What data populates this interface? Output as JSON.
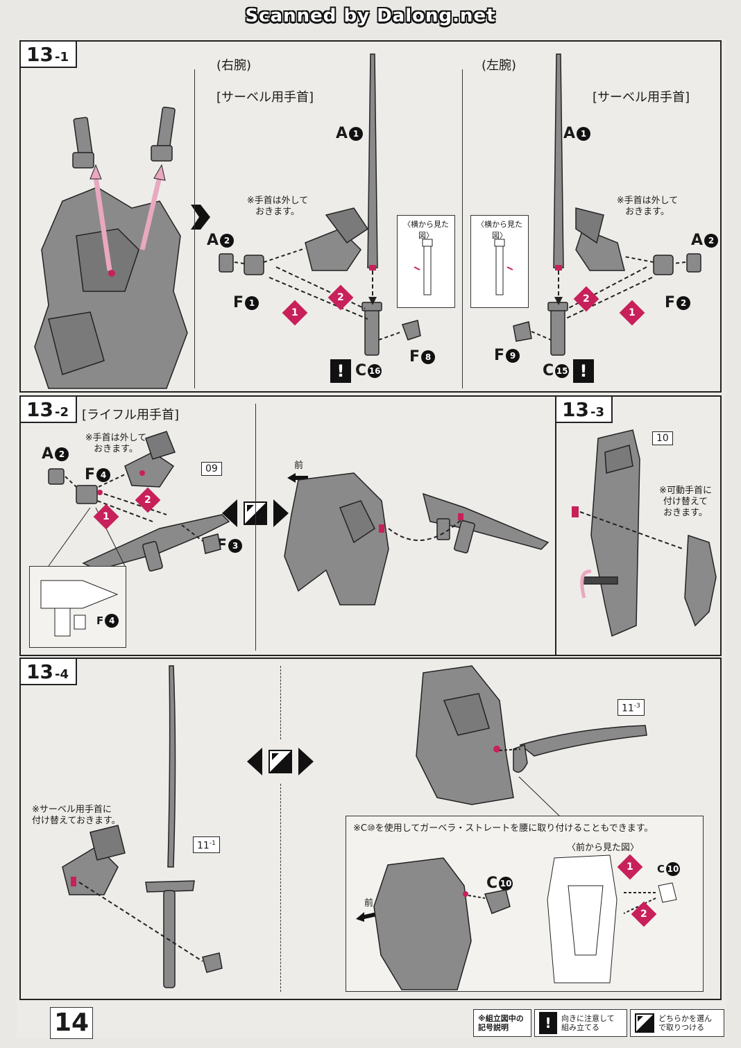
{
  "watermark": "Scanned by Dalong.net",
  "page_number": "14",
  "step_13_1": {
    "major": "13",
    "minor": "-1",
    "right_arm": {
      "title": "(右腕)",
      "subtitle": "[サーベル用手首]",
      "note": "※手首は外して\nおきます。",
      "sideview_caption": "〈横から見た図〉",
      "parts": [
        {
          "letter": "A",
          "num": "1"
        },
        {
          "letter": "A",
          "num": "2"
        },
        {
          "letter": "F",
          "num": "1"
        },
        {
          "letter": "C",
          "num": "16"
        },
        {
          "letter": "F",
          "num": "8"
        }
      ]
    },
    "left_arm": {
      "title": "(左腕)",
      "subtitle": "[サーベル用手首]",
      "note": "※手首は外して\nおきます。",
      "sideview_caption": "〈横から見た図〉",
      "parts": [
        {
          "letter": "A",
          "num": "1"
        },
        {
          "letter": "A",
          "num": "2"
        },
        {
          "letter": "F",
          "num": "2"
        },
        {
          "letter": "F",
          "num": "9"
        },
        {
          "letter": "C",
          "num": "15"
        }
      ]
    }
  },
  "step_13_2": {
    "major": "13",
    "minor": "-2",
    "subtitle": "[ライフル用手首]",
    "note": "※手首は外して\nおきます。",
    "part_box": "09",
    "forward_label": "前",
    "parts": [
      {
        "letter": "A",
        "num": "2"
      },
      {
        "letter": "F",
        "num": "4"
      },
      {
        "letter": "F",
        "num": "3"
      },
      {
        "letter": "F",
        "num": "4"
      }
    ]
  },
  "step_13_3": {
    "major": "13",
    "minor": "-3",
    "part_box": "10",
    "note": "※可動手首に\n付け替えて\nおきます。"
  },
  "step_13_4": {
    "major": "13",
    "minor": "-4",
    "note": "※サーベル用手首に\n付け替えておきます。",
    "part_box_left": {
      "major": "11",
      "minor": "-1"
    },
    "part_box_right": {
      "major": "11",
      "minor": "-3"
    },
    "alt_note": "※C⑩を使用してガーベラ・ストレートを腰に取り付けることもできます。",
    "front_caption": "〈前から見た図〉",
    "forward_label": "前",
    "parts": [
      {
        "letter": "C",
        "num": "10"
      },
      {
        "letter": "C",
        "num": "10"
      }
    ]
  },
  "legend": {
    "title": "※組立図中の\n記号説明",
    "warn_icon": "!",
    "warn_text": "向きに注意して\n組み立てる",
    "choose_text": "どちらかを選ん\nで取りつける"
  },
  "colors": {
    "accent": "#c8205a",
    "part_gray": "#8a8a8a",
    "line": "#222222"
  }
}
